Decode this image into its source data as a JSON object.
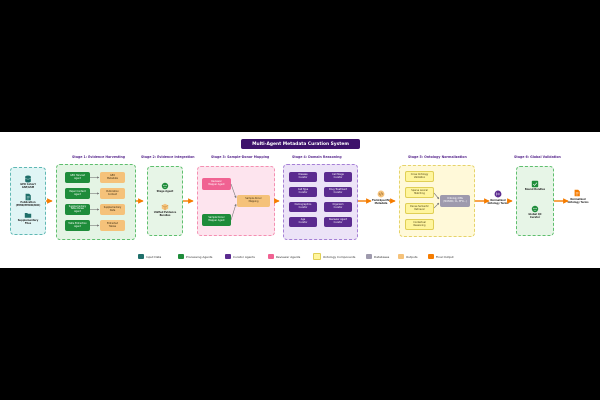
{
  "title": "Multi-Agent Metadata Curation System",
  "stages": {
    "s1": "Stage 1: Evidence Harvesting",
    "s2": "Stage 2: Evidence Integration",
    "s3": "Stage 3: Sample-Donor Mapping",
    "s4": "Stage 4: Domain Reasoning",
    "s5": "Stage 5: Ontology Normalization",
    "s6": "Stage 6: Global Validation"
  },
  "inputs": {
    "geo": "GEO Cohort\nGSE/GSM",
    "publication": "Publication\n(PMID/PMCID/DOI)",
    "supplementary": "Supplementary\nFiles"
  },
  "harvest_agents": [
    "GEO Harvest\nAgent",
    "Paper Content\nAgent",
    "Supplementary\nTable Parser\nAgent",
    "Table Extraction\nAgent"
  ],
  "harvest_outputs": [
    "GEO\nMetadata",
    "Publication\nContent",
    "Supplementary\nData",
    "Extracted\nTables"
  ],
  "integration": {
    "agent": "Stage Agent",
    "output": "Unified Evidence\nBundles"
  },
  "mapping": {
    "reviewer": "Reviewer\nMapper Agent",
    "sample_donor": "Sample Donor\nMapper Agent",
    "output": "Sample-Donor\nMapping"
  },
  "domain_agents": [
    "Disease\nCurator",
    "Cell Stage\nCurator",
    "Cell Type\nCurator",
    "Drug Treatment\nCurator",
    "Demographics\nCurator",
    "Organism\nCurator",
    "Age\nCurator",
    "Reviewer Agent\nCurator"
  ],
  "domain_output": "Field-Specific\nMetadata",
  "normalization": {
    "items": [
      "Cross Ontology\nValidation",
      "Sparse Lexical\nMatching",
      "Dense Semantic\nRetrieval",
      "Contextual\nReasoning"
    ],
    "db": "Ontology DBs\n(MONDO, CL, EFO...)",
    "output": "Normalized\nOntology Terms"
  },
  "validation": {
    "bundle": "Bound Bundles",
    "global": "Global QC\nCurator",
    "final": "Normalized\nOntology Terms"
  },
  "legend": [
    {
      "label": "Input Data",
      "color": "#1f6f6a"
    },
    {
      "label": "Processing Agents",
      "color": "#1e8c3a"
    },
    {
      "label": "Curator Agents",
      "color": "#5b2b8f"
    },
    {
      "label": "Reviewer Agents",
      "color": "#f06292"
    },
    {
      "label": "Ontology Components",
      "color": "#fff59d"
    },
    {
      "label": "Databases",
      "color": "#9e9aad"
    },
    {
      "label": "Outputs",
      "color": "#f5c27a"
    },
    {
      "label": "Final Output",
      "color": "#f57c00"
    }
  ],
  "colors": {
    "input_bg": "#e0f5f5",
    "processing_bg": "#e4f4e4",
    "integration_bg": "#e7f5e7",
    "mapping_bg": "#fde4ee",
    "domain_bg": "#ece3f7",
    "ontology_bg": "#fff9d9",
    "validation_bg": "#e7f5e7",
    "processing": "#1e8c3a",
    "curator": "#5b2b8f",
    "reviewer": "#f06292",
    "output": "#f5c27a",
    "database": "#9e9aad",
    "final": "#f57c00",
    "arrow": "#f57c00"
  },
  "icons": {
    "database": "database-icon",
    "document": "document-icon",
    "folder": "folder-icon",
    "agent": "agent-icon",
    "box": "box-icon",
    "code": "code-icon",
    "merge": "merge-icon",
    "check": "check-icon",
    "final": "final-output-icon"
  }
}
